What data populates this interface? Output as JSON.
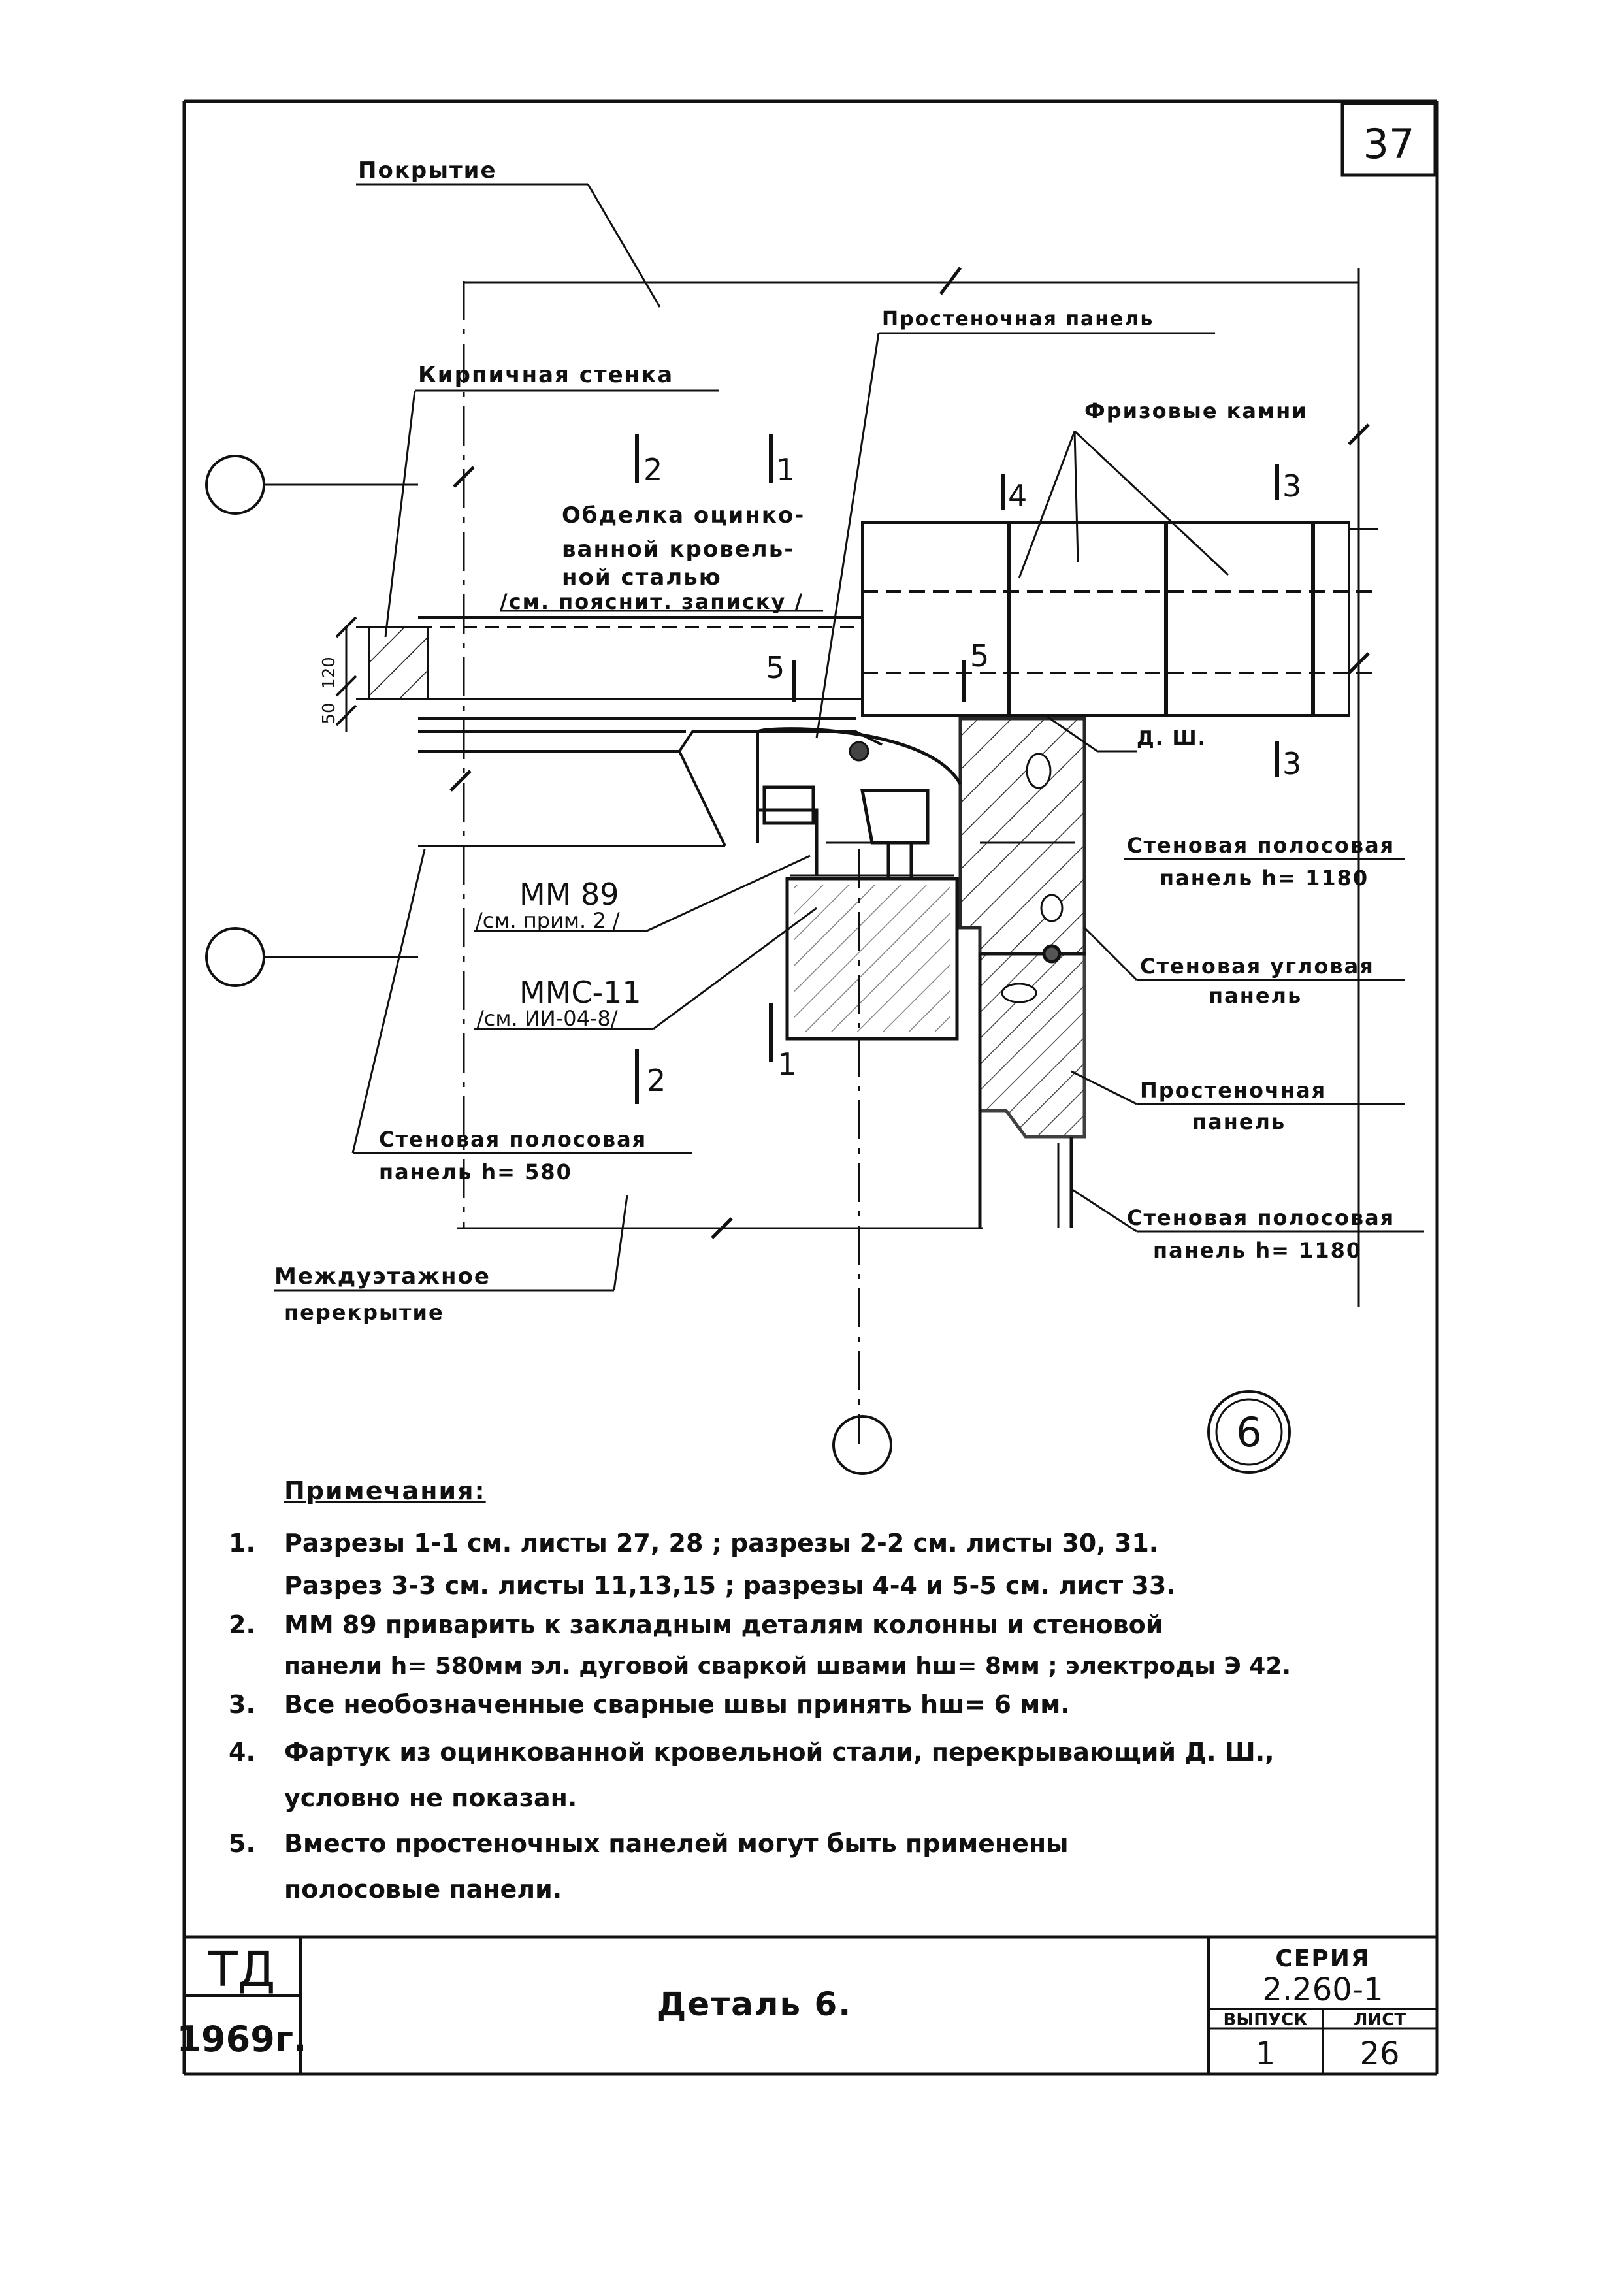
{
  "sheet_number": "37",
  "labels": {
    "pokrytie": "Покрытие",
    "kirpichnaya_stenka": "Кирпичная стенка",
    "prostenochnaya_panel_top": "Простеночная панель",
    "frizovye_kamni": "Фризовые камни",
    "obdelka": [
      "Обделка оцинко-",
      "ванной кровель-",
      "ной сталью",
      "/см. пояснит. записку /"
    ],
    "dsh": "Д. Ш.",
    "stenovaya_polosovaya_1180_top": [
      "Стеновая полосовая",
      "панель  h= 1180"
    ],
    "stenovaya_uglovaya": [
      "Стеновая угловая",
      "панель"
    ],
    "prostenochnaya_panel_right": [
      "Простеночная",
      "панель"
    ],
    "stenovaya_polosovaya_1180_bottom": [
      "Стеновая полосовая",
      "панель  h= 1180"
    ],
    "stenovaya_polosovaya_580": [
      "Стеновая полосовая",
      "панель  h= 580"
    ],
    "mezhduetazhnoe": [
      "Междуэтажное",
      "перекрытие"
    ],
    "mm89": [
      "ММ 89",
      "/см. прим. 2 /"
    ],
    "mms11": [
      "ММС-11",
      "/см. ИИ-04-8/"
    ],
    "dim_120": "120",
    "dim_50": "50"
  },
  "section_marks": {
    "s1": "1",
    "s2": "2",
    "s3": "3",
    "s4": "4",
    "s5": "5"
  },
  "detail_circle": "6",
  "notes": {
    "title": "Примечания:",
    "items": [
      {
        "num": "1.",
        "lines": [
          "Разрезы 1-1 см. листы 27, 28 ; разрезы 2-2 см. листы 30, 31.",
          "Разрез 3-3 см. листы 11,13,15 ; разрезы 4-4 и 5-5 см. лист 33."
        ]
      },
      {
        "num": "2.",
        "lines": [
          "ММ 89 приварить к закладным деталям колонны и стеновой",
          "панели h= 580мм эл. дуговой сваркой швами hш= 8мм ; электроды Э 42."
        ]
      },
      {
        "num": "3.",
        "lines": [
          "Все необозначенные сварные швы принять hш= 6 мм."
        ]
      },
      {
        "num": "4.",
        "lines": [
          "Фартук из оцинкованной кровельной стали, перекрывающий Д. Ш.,",
          "условно не показан."
        ]
      },
      {
        "num": "5.",
        "lines": [
          "Вместо простеночных панелей могут быть применены",
          "полосовые панели."
        ]
      }
    ]
  },
  "title_block": {
    "td": "ТД",
    "year": "1969г.",
    "title": "Деталь 6.",
    "seriya_label": "СЕРИЯ",
    "seriya_value": "2.260-1",
    "vypusk_label": "ВЫПУСК",
    "vypusk_value": "1",
    "list_label": "ЛИСТ",
    "list_value": "26"
  }
}
